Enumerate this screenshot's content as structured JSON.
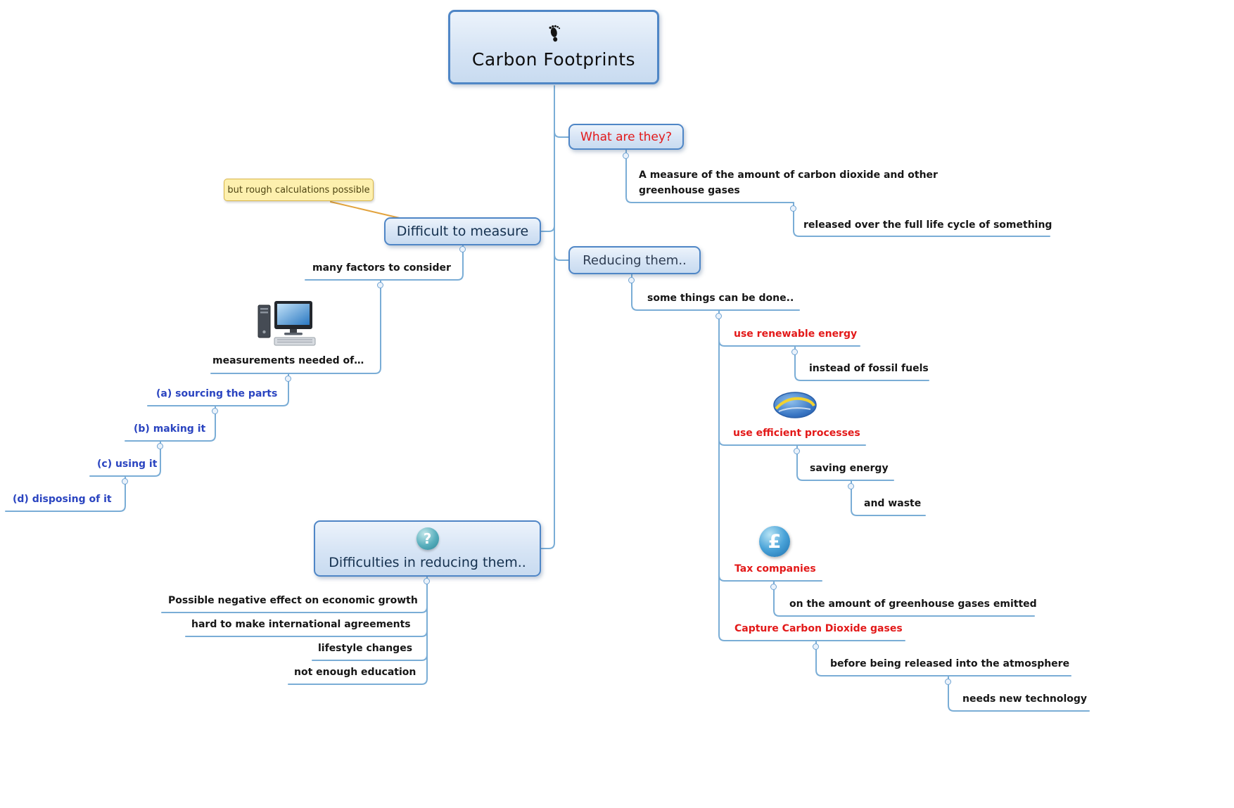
{
  "title": "Carbon Footprints",
  "branches": {
    "what_are_they": {
      "label": "What are they?",
      "measure": "A measure of the amount of carbon dioxide and other greenhouse gases",
      "released": "released over the full life cycle of something"
    },
    "reducing": {
      "label": "Reducing them..",
      "some_things": "some things can be done..",
      "renewable": "use renewable energy",
      "fossil": "instead of fossil fuels",
      "efficient": "use efficient processes",
      "saving": "saving energy",
      "waste": "and waste",
      "tax": "Tax companies",
      "tax_detail": "on the amount of greenhouse gases emitted",
      "capture": "Capture Carbon Dioxide gases",
      "before_released": "before being released into the atmosphere",
      "technology": "needs new technology"
    },
    "difficult_to_measure": {
      "label": "Difficult to measure",
      "callout": "but rough calculations possible",
      "factors": "many factors to consider",
      "measurements": "measurements needed of…",
      "a": "(a) sourcing the parts",
      "b": "(b) making it",
      "c": "(c) using it",
      "d": "(d) disposing of it"
    },
    "difficulties": {
      "label": "Difficulties in reducing them..",
      "economic": "Possible negative effect on economic growth",
      "international": "hard to make international agreements",
      "lifestyle": "lifestyle changes",
      "education": "not enough education"
    }
  },
  "icons": {
    "pound": "£",
    "question": "?"
  },
  "colors": {
    "red_text": "#e31919",
    "blue_text": "#2a44c0",
    "line": "#7aadd6",
    "box_border": "#4f86c6",
    "callout_bg": "#fdf0ae"
  }
}
